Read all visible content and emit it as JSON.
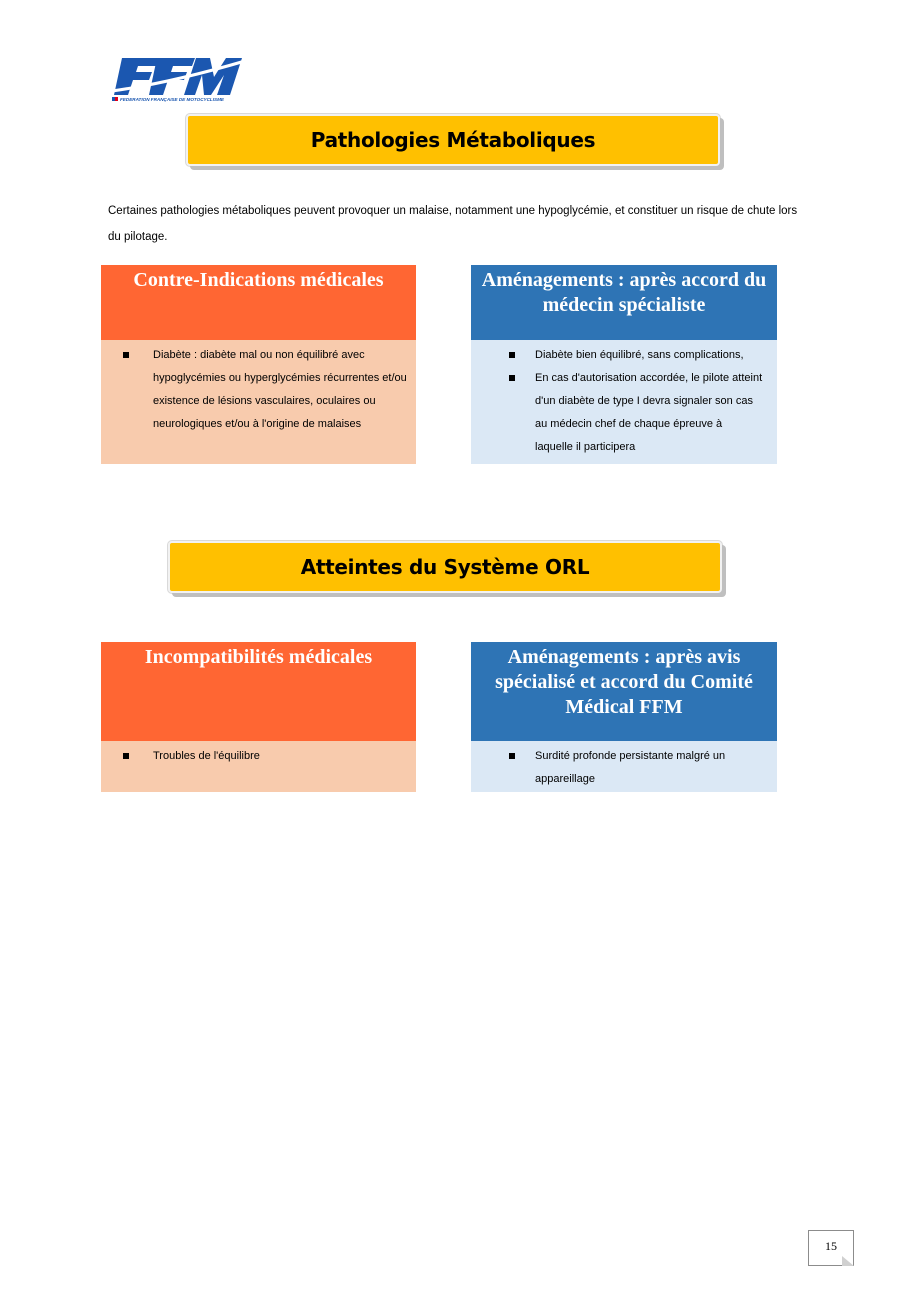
{
  "logo": {
    "letters": "FFM",
    "tagline": "FEDERATION FRANÇAISE DE MOTOCYCLISME",
    "colors": {
      "blue": "#1b57b0",
      "red": "#e2001a"
    }
  },
  "section1": {
    "title": "Pathologies Métaboliques",
    "intro": "Certaines pathologies métaboliques peuvent provoquer un malaise, notamment une hypoglycémie, et constituer un risque de chute lors du pilotage.",
    "left": {
      "heading": "Contre-Indications médicales",
      "items": [
        "Diabète : diabète mal ou non équilibré avec hypoglycémies ou hyperglycémies récurrentes et/ou existence de lésions vasculaires, oculaires ou neurologiques et/ou à l'origine de malaises"
      ]
    },
    "right": {
      "heading": "Aménagements : après accord du médecin spécialiste",
      "items": [
        "Diabète bien équilibré, sans complications,",
        "En cas d'autorisation accordée, le pilote atteint d'un diabète de type I devra signaler son cas au médecin chef de chaque épreuve à laquelle il participera"
      ]
    }
  },
  "section2": {
    "title": "Atteintes du Système ORL",
    "left": {
      "heading": "Incompatibilités médicales",
      "items": [
        "Troubles de l'équilibre"
      ]
    },
    "right": {
      "heading": "Aménagements : après avis spécialisé et accord du Comité Médical FFM",
      "items": [
        "Surdité profonde persistante malgré un appareillage"
      ]
    }
  },
  "page_number": "15",
  "colors": {
    "banner": "#ffc000",
    "red_head": "#ff6633",
    "red_body": "#f8cbad",
    "blue_head": "#2e74b5",
    "blue_body": "#dbe8f5"
  }
}
